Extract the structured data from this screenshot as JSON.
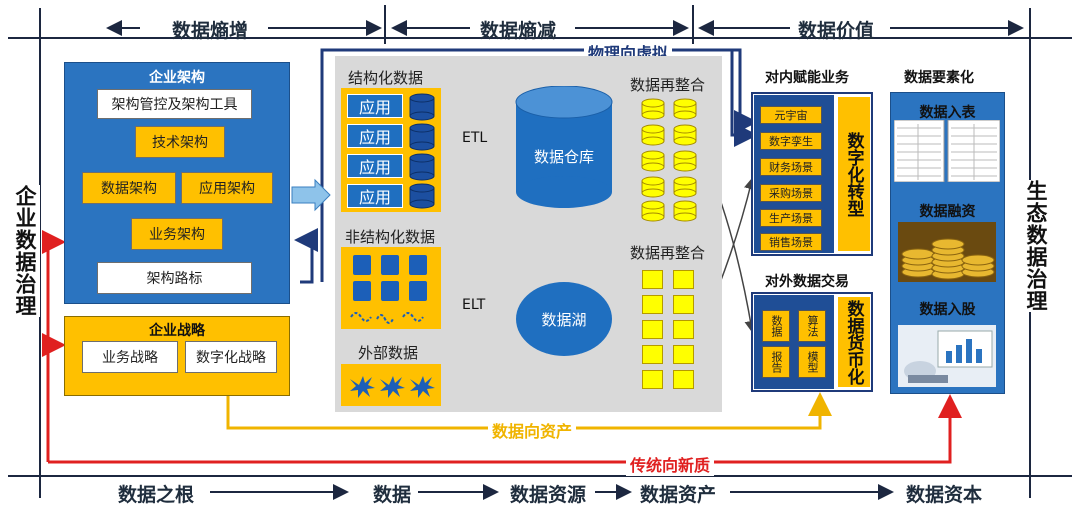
{
  "top": {
    "entropy_increase": "数据熵增",
    "entropy_decrease": "数据熵减",
    "value": "数据价值",
    "physical_to_virtual": "物理向虚拟"
  },
  "left_vertical": "企业数据治理",
  "right_vertical": "生态数据治理",
  "enterprise_architecture": {
    "title": "企业架构",
    "items": [
      "架构管控及架构工具",
      "技术架构",
      "数据架构",
      "应用架构",
      "业务架构",
      "架构路标"
    ]
  },
  "enterprise_strategy": {
    "title": "企业战略",
    "items": [
      "业务战略",
      "数字化战略"
    ]
  },
  "middle": {
    "structured": "结构化数据",
    "app": "应用",
    "unstructured": "非结构化数据",
    "external": "外部数据",
    "etl": "ETL",
    "elt": "ELT",
    "warehouse": "数据仓库",
    "lake": "数据湖",
    "reintegrate": "数据再整合"
  },
  "internal": {
    "title": "对内赋能业务",
    "items": [
      "元宇宙",
      "数字孪生",
      "财务场景",
      "采购场景",
      "生产场景",
      "销售场景"
    ],
    "side": "数字化转型"
  },
  "external_trade": {
    "title": "对外数据交易",
    "items": [
      "数据",
      "算法",
      "报告",
      "模型"
    ],
    "side": "数据货币化"
  },
  "factorization": {
    "title": "数据要素化",
    "items": [
      "数据入表",
      "数据融资",
      "数据入股"
    ]
  },
  "data_to_asset": "数据向资产",
  "traditional_to_new": "传统向新质",
  "bottom": [
    "数据之根",
    "数据",
    "数据资源",
    "数据资产",
    "数据资本"
  ],
  "colors": {
    "navy": "#1f3a7a",
    "red": "#e02020",
    "gold": "#ffc000",
    "blue": "#2b74c0"
  }
}
